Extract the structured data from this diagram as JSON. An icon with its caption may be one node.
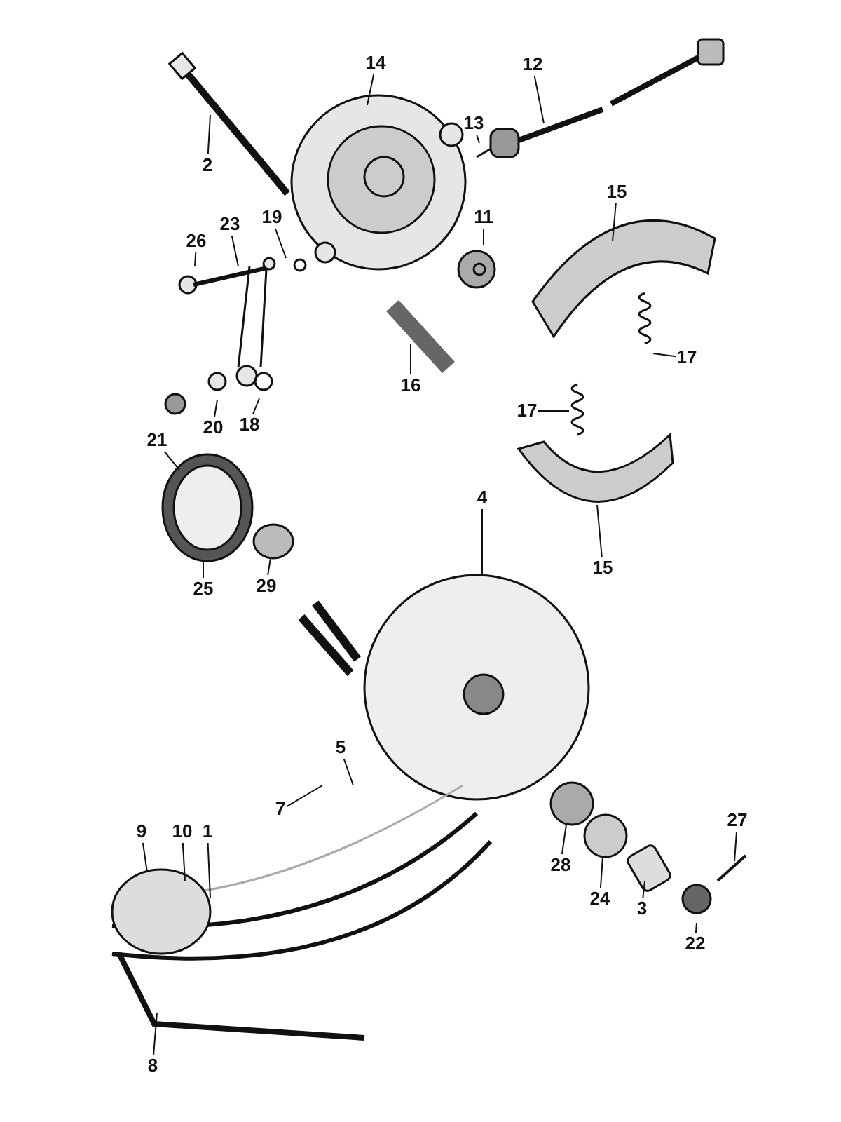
{
  "diagram": {
    "nodes": [
      {
        "text": [
          "14"
        ]
      },
      {
        "text": [
          "12"
        ]
      },
      {
        "text": [
          "13"
        ]
      },
      {
        "text": [
          "2"
        ]
      },
      {
        "text": [
          "11"
        ]
      },
      {
        "text": [
          "15"
        ]
      },
      {
        "text": [
          "26"
        ]
      },
      {
        "text": [
          "23"
        ]
      },
      {
        "text": [
          "19"
        ]
      },
      {
        "text": [
          "17"
        ]
      },
      {
        "text": [
          "16"
        ]
      },
      {
        "text": [
          "17"
        ]
      },
      {
        "text": [
          "18"
        ]
      },
      {
        "text": [
          "20"
        ]
      },
      {
        "text": [
          "21"
        ]
      },
      {
        "text": [
          "4"
        ]
      },
      {
        "text": [
          "15"
        ]
      },
      {
        "text": [
          "29"
        ]
      },
      {
        "text": [
          "25"
        ]
      },
      {
        "text": [
          "5"
        ]
      },
      {
        "text": [
          "7"
        ]
      },
      {
        "text": [
          "27"
        ]
      },
      {
        "text": [
          "9"
        ]
      },
      {
        "text": [
          "10"
        ]
      },
      {
        "text": [
          "1"
        ]
      },
      {
        "text": [
          "28"
        ]
      },
      {
        "text": [
          "24"
        ]
      },
      {
        "text": [
          "3"
        ]
      },
      {
        "text": [
          "22"
        ]
      },
      {
        "text": [
          "8"
        ]
      }
    ],
    "edges": [
      {
        "from": 0,
        "to": null,
        "arrow": "none"
      },
      {
        "from": 1,
        "to": null,
        "arrow": "none"
      },
      {
        "from": 2,
        "to": null,
        "arrow": "none"
      },
      {
        "from": 3,
        "to": null,
        "arrow": "none"
      },
      {
        "from": 4,
        "to": null,
        "arrow": "none"
      },
      {
        "from": 5,
        "to": null,
        "arrow": "none"
      },
      {
        "from": 6,
        "to": null,
        "arrow": "none"
      },
      {
        "from": 7,
        "to": null,
        "arrow": "none"
      },
      {
        "from": 8,
        "to": null,
        "arrow": "none"
      },
      {
        "from": 9,
        "to": null,
        "arrow": "none"
      },
      {
        "from": 10,
        "to": null,
        "arrow": "none"
      },
      {
        "from": 11,
        "to": null,
        "arrow": "none"
      },
      {
        "from": 12,
        "to": null,
        "arrow": "none"
      },
      {
        "from": 13,
        "to": null,
        "arrow": "none"
      },
      {
        "from": 14,
        "to": null,
        "arrow": "none"
      },
      {
        "from": 15,
        "to": null,
        "arrow": "none"
      },
      {
        "from": 16,
        "to": null,
        "arrow": "none"
      },
      {
        "from": 17,
        "to": null,
        "arrow": "none"
      },
      {
        "from": 18,
        "to": null,
        "arrow": "none"
      },
      {
        "from": 19,
        "to": null,
        "arrow": "none"
      },
      {
        "from": 20,
        "to": null,
        "arrow": "none"
      },
      {
        "from": 21,
        "to": null,
        "arrow": "none"
      },
      {
        "from": 22,
        "to": null,
        "arrow": "none"
      },
      {
        "from": 23,
        "to": null,
        "arrow": "none"
      },
      {
        "from": 24,
        "to": null,
        "arrow": "none"
      },
      {
        "from": 25,
        "to": null,
        "arrow": "none"
      },
      {
        "from": 26,
        "to": null,
        "arrow": "none"
      },
      {
        "from": 27,
        "to": null,
        "arrow": "none"
      },
      {
        "from": 28,
        "to": null,
        "arrow": "none"
      },
      {
        "from": 29,
        "to": null,
        "arrow": "none"
      }
    ]
  }
}
